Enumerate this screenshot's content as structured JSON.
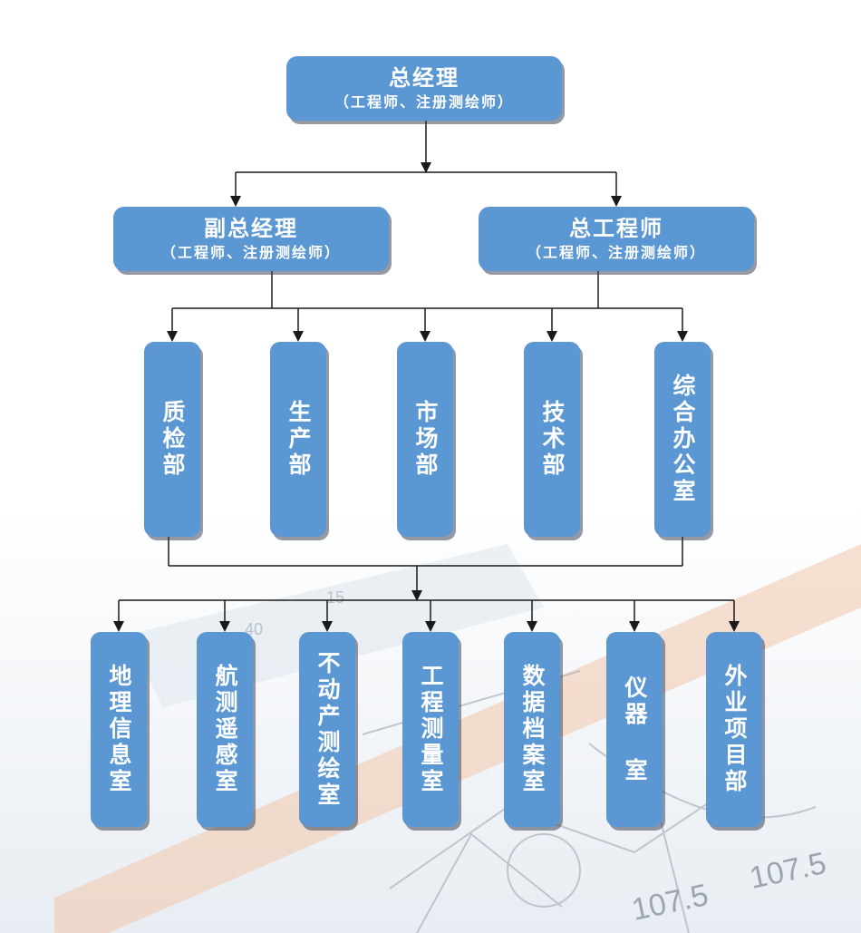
{
  "top": {
    "title": "总经理",
    "subtitle": "（工程师、注册测绘师）"
  },
  "vice_manager": {
    "title": "副总经理",
    "subtitle": "（工程师、注册测绘师）"
  },
  "chief_engineer": {
    "title": "总工程师",
    "subtitle": "（工程师、注册测绘师）"
  },
  "departments": [
    {
      "label": "质检部"
    },
    {
      "label": "生产部"
    },
    {
      "label": "市场部"
    },
    {
      "label": "技术部"
    },
    {
      "label": "综合办公室"
    }
  ],
  "offices": [
    {
      "label": "地理信息室"
    },
    {
      "label": "航测遥感室"
    },
    {
      "label": "不动产测绘室"
    },
    {
      "label": "工程测量室"
    },
    {
      "label": "数据档案室"
    },
    {
      "label": "仪器 室"
    },
    {
      "label": "外业项目部"
    }
  ],
  "background": {
    "ruler_marks": [
      "15",
      "40",
      "107.5",
      "107.5"
    ]
  },
  "colors": {
    "box": "#5b97d3",
    "line": "#1a1a1a"
  }
}
